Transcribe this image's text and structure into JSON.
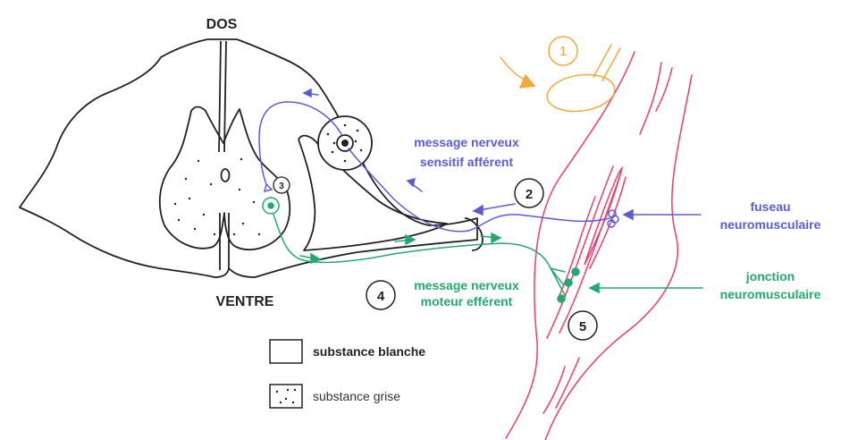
{
  "labels": {
    "dos": "DOS",
    "ventre": "VENTRE",
    "sensory_message_line1": "message nerveux",
    "sensory_message_line2": "sensitif afférent",
    "motor_message_line1": "message nerveux",
    "motor_message_line2": "moteur efférent",
    "spindle_line1": "fuseau",
    "spindle_line2": "neuromusculaire",
    "junction_line1": "jonction",
    "junction_line2": "neuromusculaire"
  },
  "markers": {
    "m1": "1",
    "m2": "2",
    "m3": "3",
    "m4": "4",
    "m5": "5"
  },
  "legend": {
    "white_matter": "substance blanche",
    "grey_matter": "substance grise"
  },
  "colors": {
    "outline": "#222222",
    "sensory": "#5b5bd6",
    "motor": "#22aa6e",
    "muscle": "#ec3c6c",
    "hammer": "#f2a93b"
  }
}
